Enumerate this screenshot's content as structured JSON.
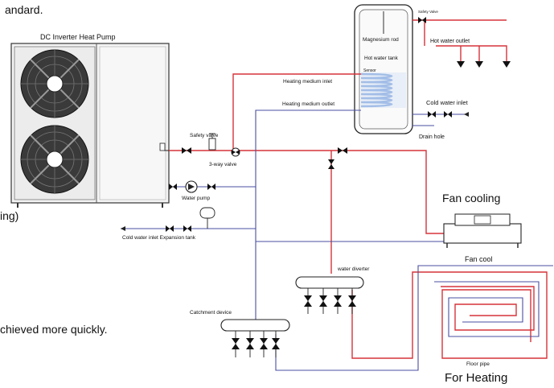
{
  "fragments": {
    "top_left": "andard.",
    "mid_left": "ing)",
    "bottom_left": "chieved more quickly."
  },
  "heat_pump": {
    "title": "DC Inverter Heat Pump"
  },
  "tank": {
    "label_top": "Magnesium rod",
    "label": "Hot water tank",
    "sensor": "Sensor"
  },
  "labels": {
    "safety_valve_top": "Safety Valve",
    "hot_water_outlet": "Hot water outlet",
    "heating_medium_inlet": "Heating medium inlet",
    "heating_medium_outlet": "Heating medium outlet",
    "cold_water_inlet_top": "Cold water inlet",
    "drain_hole": "Drain hole",
    "safety_valve": "Safety valve",
    "three_way_valve": "3-way valve",
    "water_pump": "Water pump",
    "cold_water_inlet_expansion": "Cold water inlet Expansion tank",
    "fan_cooling": "Fan cooling",
    "fan_cool": "Fan cool",
    "water_diverter": "water diverter",
    "catchment_device": "Catchment device",
    "floor_pipe": "Floor pipe",
    "for_heating": "For Heating"
  },
  "colors": {
    "hot_pipe": "#d6333a",
    "return_pipe": "#4a4fa0",
    "outline": "#222222",
    "tank_coil": "#8fb0e0"
  }
}
